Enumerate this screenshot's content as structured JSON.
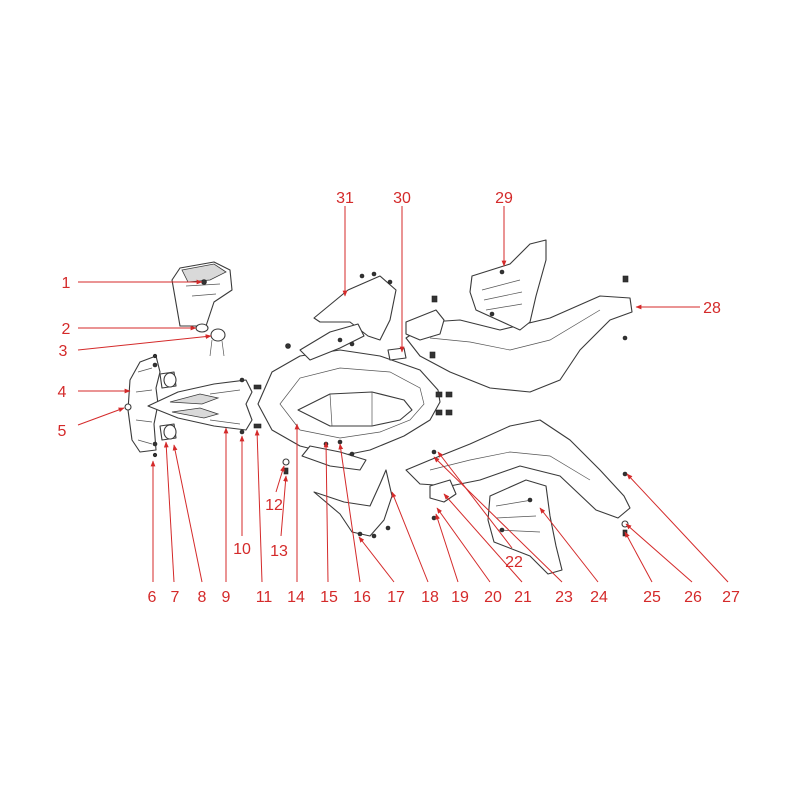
{
  "diagram": {
    "callout_color": "#d42a2a",
    "line_color": "#3a3a3a",
    "callouts": [
      "1",
      "2",
      "3",
      "4",
      "5",
      "6",
      "7",
      "8",
      "9",
      "10",
      "11",
      "12",
      "13",
      "14",
      "15",
      "16",
      "17",
      "18",
      "19",
      "20",
      "21",
      "22",
      "23",
      "24",
      "25",
      "26",
      "27",
      "28",
      "29",
      "30",
      "31"
    ]
  }
}
